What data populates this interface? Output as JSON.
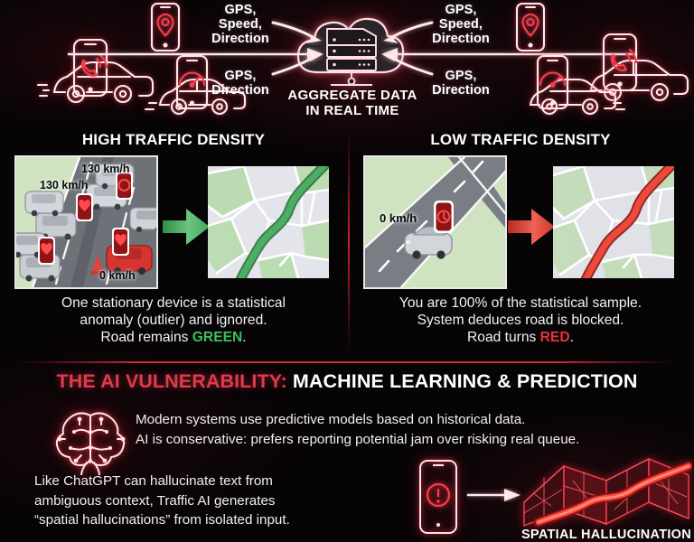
{
  "top": {
    "labels": {
      "left_upper": "GPS,\nSpeed,\nDirection",
      "left_lower": "GPS,\nDirection",
      "right_upper": "GPS,\nSpeed,\nDirection",
      "right_lower": "GPS,\nDirection"
    },
    "aggregate_label": "AGGREGATE DATA\nIN REAL TIME",
    "icons": {
      "cloud": "cloud-icon",
      "server": "server-rack-icon",
      "phone_call": "phone-call-icon",
      "phone_pin": "map-pin-icon",
      "phone_speed": "speedometer-icon",
      "car": "car-icon",
      "arrow": "arrow-right-icon"
    }
  },
  "middle": {
    "left": {
      "title": "HIGH TRAFFIC DENSITY",
      "speeds": [
        "130 km/h",
        "130 km/h",
        "0 km/h"
      ],
      "caption_line1": "One stationary device is a statistical",
      "caption_line2": "anomaly (outlier) and ignored.",
      "caption_line3_pre": "Road remains ",
      "caption_line3_em": "GREEN",
      "caption_line3_post": ".",
      "arrow_color": "#4bb45f",
      "route_color": "#3aa655"
    },
    "right": {
      "title": "LOW TRAFFIC DENSITY",
      "speeds": [
        "0 km/h"
      ],
      "caption_line1": "You are 100% of the statistical sample.",
      "caption_line2": "System deduces road is blocked.",
      "caption_line3_pre": "Road turns ",
      "caption_line3_em": "RED",
      "caption_line3_post": ".",
      "arrow_color": "#e03b33",
      "route_color": "#e8392f"
    }
  },
  "bottom": {
    "title_red": "THE AI VULNERABILITY:",
    "title_white": "MACHINE LEARNING & PREDICTION",
    "paragraph1_line1": "Modern systems use predictive models based on historical data.",
    "paragraph1_line2": "AI is conservative: prefers reporting potential jam over risking real queue.",
    "paragraph2_line1": "Like ChatGPT can hallucinate text from",
    "paragraph2_line2": "ambiguous context, Traffic AI generates",
    "paragraph2_line3": "“spatial hallucinations” from isolated input.",
    "spatial_label": "SPATIAL HALLUCINATION",
    "icons": {
      "brain": "brain-circuit-icon",
      "phone_alert": "phone-alert-icon",
      "arrow": "arrow-right-icon",
      "folded_map": "folded-map-icon"
    }
  },
  "colors": {
    "background": "#070406",
    "neon_red": "#ff3a4a",
    "accent_red": "#e03a4c",
    "green": "#3dbf5c",
    "red": "#e8323f",
    "text": "#ffffff"
  }
}
